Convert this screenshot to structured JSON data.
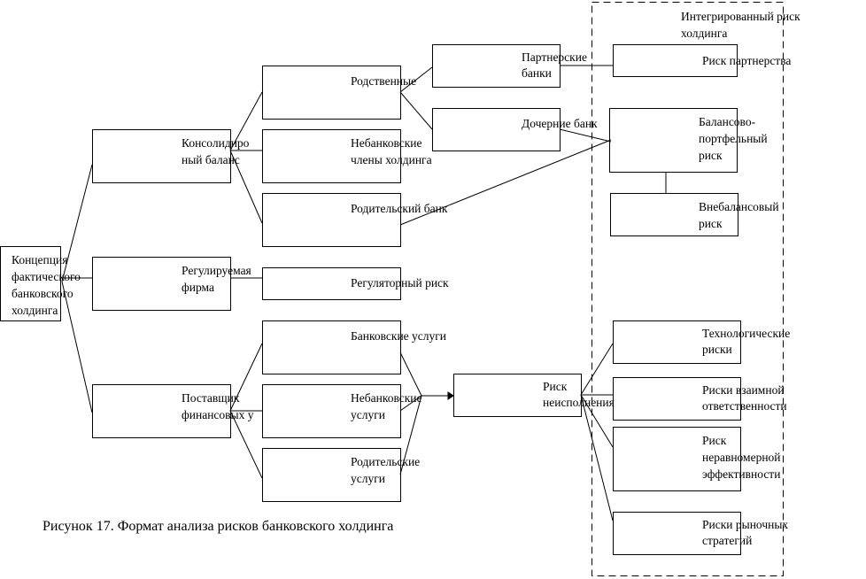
{
  "caption": "Рисунок 17. Формат анализа рисков банковского холдинга",
  "group_label": [
    "Интегрированный риск",
    "холдинга"
  ],
  "nodes": {
    "concept": [
      "Концепция",
      "фактического",
      "банковского",
      "холдинга"
    ],
    "consolidated": [
      "Консолидиро",
      "ный баланс"
    ],
    "regulated": [
      "Регулируемая",
      "фирма"
    ],
    "provider": [
      "Поставщик",
      "финансовых у"
    ],
    "related": [
      "Родственные"
    ],
    "nonbank_members": [
      "Небанковские",
      "члены холдинга"
    ],
    "parent_bank": [
      "Родительский банк"
    ],
    "regulatory_risk": [
      "Регуляторный риск"
    ],
    "bank_services": [
      "Банковские услуги"
    ],
    "nonbank_services": [
      "Небанковские",
      "услуги"
    ],
    "parent_services": [
      "Родительские",
      "услуги"
    ],
    "partner_banks": [
      "Партнерские",
      "банки"
    ],
    "subsidiary_banks": [
      "Дочерние банк"
    ],
    "nonperformance_risk": [
      "Риск",
      "неисполнения"
    ],
    "partnership_risk": [
      "Риск партнерства"
    ],
    "balance_risk": [
      "Балансово-",
      "портфельный",
      "риск"
    ],
    "offbalance_risk": [
      "Внебалансовый",
      "риск"
    ],
    "tech_risk": [
      "Технологические",
      "риски"
    ],
    "mutual_risk": [
      "Риски взаимной",
      "ответственности"
    ],
    "uneven_risk": [
      "Риск",
      "неравномерной",
      "эффективности"
    ],
    "market_risk": [
      "Риски рыночных",
      "стратегий"
    ]
  }
}
